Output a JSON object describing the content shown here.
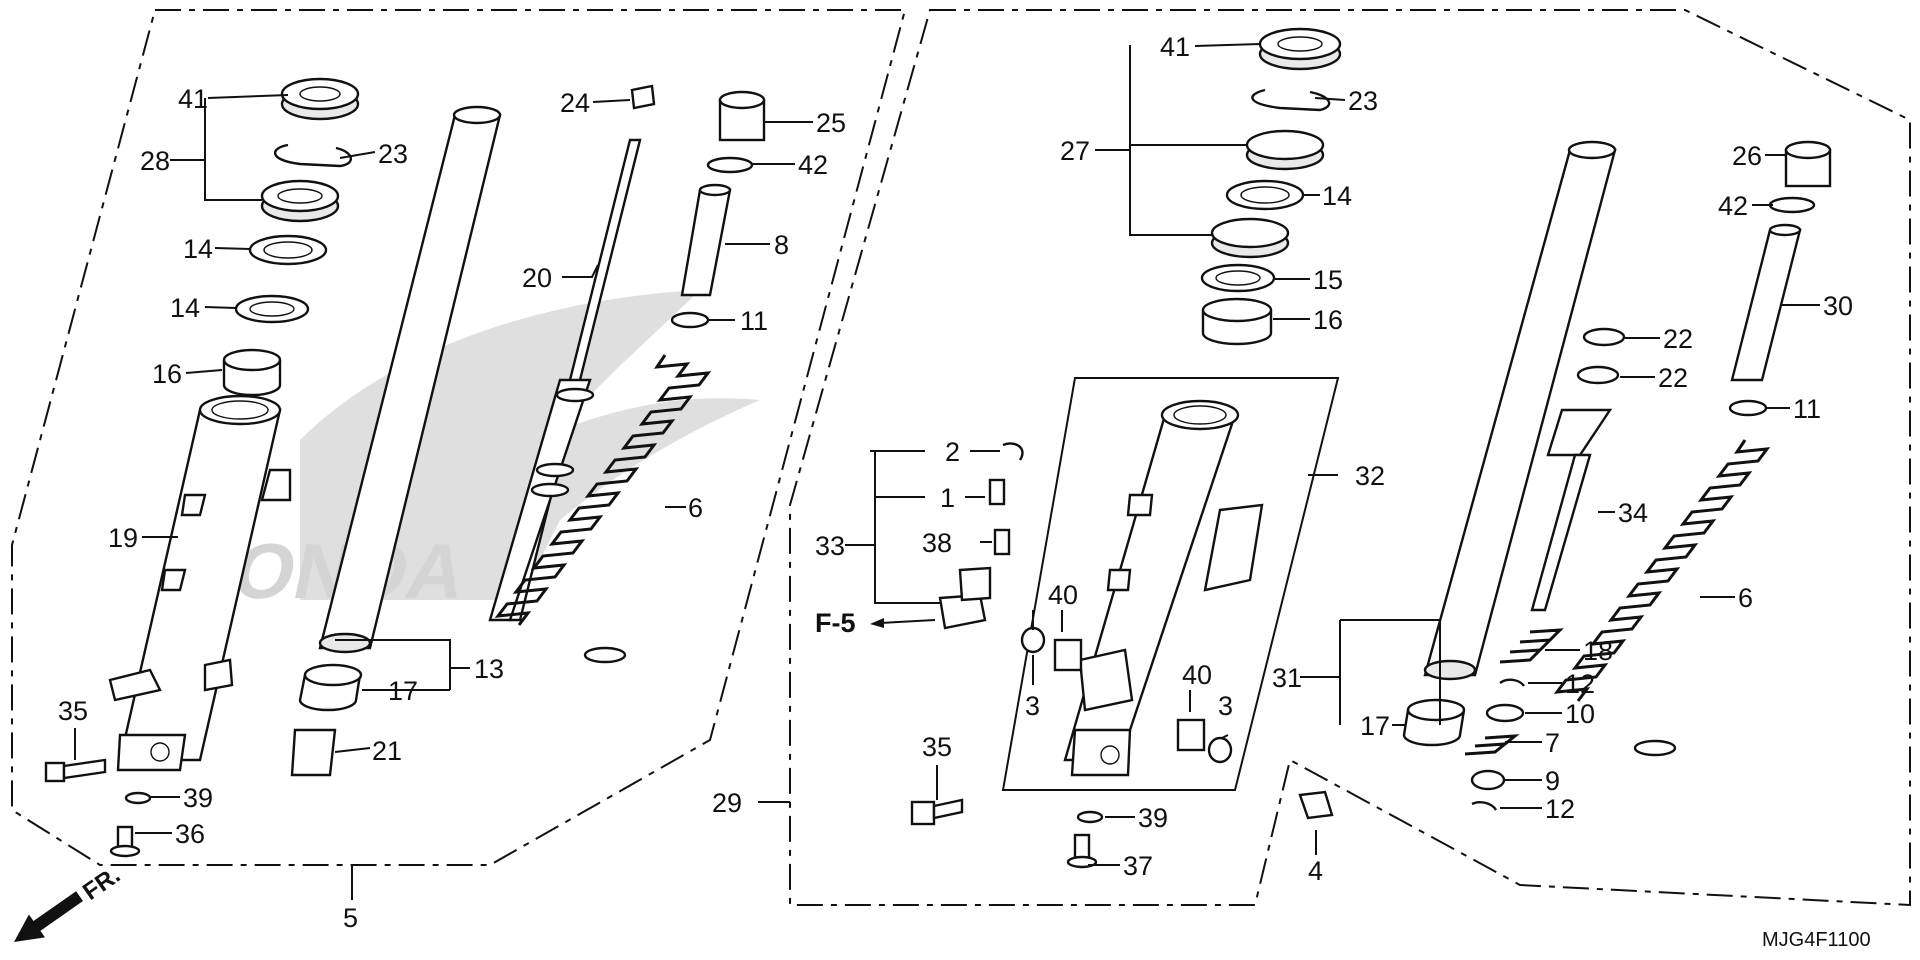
{
  "diagram_code": "MJG4F1100",
  "direction_label": "FR.",
  "reference_label": "F-5",
  "callouts": {
    "left": {
      "c41": "41",
      "c28": "28",
      "c23": "23",
      "c14a": "14",
      "c14b": "14",
      "c16": "16",
      "c19": "19",
      "c35": "35",
      "c39": "39",
      "c36": "36",
      "c5": "5",
      "c24": "24",
      "c20": "20",
      "c13": "13",
      "c17": "17",
      "c21": "21",
      "c25": "25",
      "c42": "42",
      "c8": "8",
      "c11": "11",
      "c6": "6"
    },
    "right": {
      "c41": "41",
      "c23": "23",
      "c27": "27",
      "c14": "14",
      "c15": "15",
      "c16": "16",
      "c2": "2",
      "c1": "1",
      "c33": "33",
      "c38": "38",
      "c40a": "40",
      "c3a": "3",
      "c40b": "40",
      "c3b": "3",
      "c32": "32",
      "c35": "35",
      "c29": "29",
      "c39": "39",
      "c37": "37",
      "c4": "4",
      "c31": "31",
      "c17": "17",
      "c18": "18",
      "c12a": "12",
      "c10": "10",
      "c7": "7",
      "c9": "9",
      "c12b": "12",
      "c22a": "22",
      "c22b": "22",
      "c34": "34",
      "c26": "26",
      "c42": "42",
      "c30": "30",
      "c11": "11",
      "c6": "6"
    }
  }
}
